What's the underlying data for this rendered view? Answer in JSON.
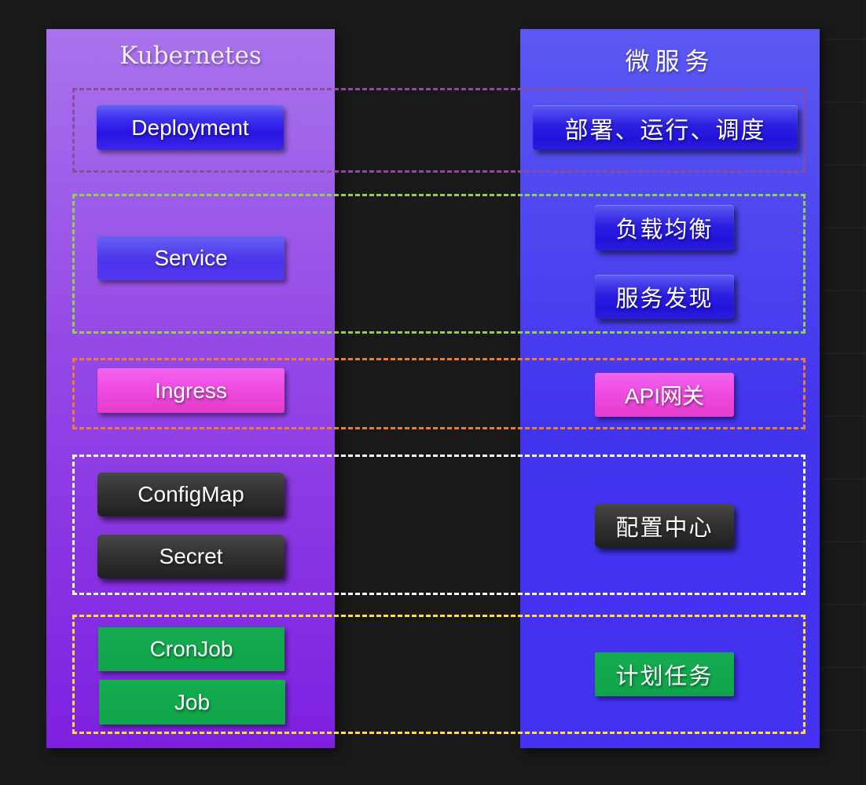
{
  "background": {
    "color": "#191919"
  },
  "columns": {
    "kubernetes": {
      "title": "Kubernetes",
      "bg_top": "#a873ec",
      "bg_bottom": "#7d20e0"
    },
    "microservices": {
      "title": "微服务",
      "bg_top": "#5b58f2",
      "bg_bottom": "#4431f2"
    }
  },
  "groups": [
    {
      "id": "deployment",
      "border_color": "#8d4aa0",
      "kubernetes": [
        "Deployment"
      ],
      "microservices": [
        "部署、运行、调度"
      ]
    },
    {
      "id": "service",
      "border_color": "#92d050",
      "kubernetes": [
        "Service"
      ],
      "microservices": [
        "负载均衡",
        "服务发现"
      ]
    },
    {
      "id": "ingress",
      "border_color": "#ed7d31",
      "kubernetes": [
        "Ingress"
      ],
      "microservices": [
        "API网关"
      ]
    },
    {
      "id": "config",
      "border_color": "#ffffff",
      "kubernetes": [
        "ConfigMap",
        "Secret"
      ],
      "microservices": [
        "配置中心"
      ]
    },
    {
      "id": "jobs",
      "border_color": "#ffe13a",
      "kubernetes": [
        "CronJob",
        "Job"
      ],
      "microservices": [
        "计划任务"
      ]
    }
  ],
  "shape_colors": {
    "blue_button": "#2b13e4",
    "deep_blue_button": "#2113d8",
    "magenta_button": "#ee4be2",
    "dark_button": "#323232",
    "green_button": "#12a84d"
  }
}
